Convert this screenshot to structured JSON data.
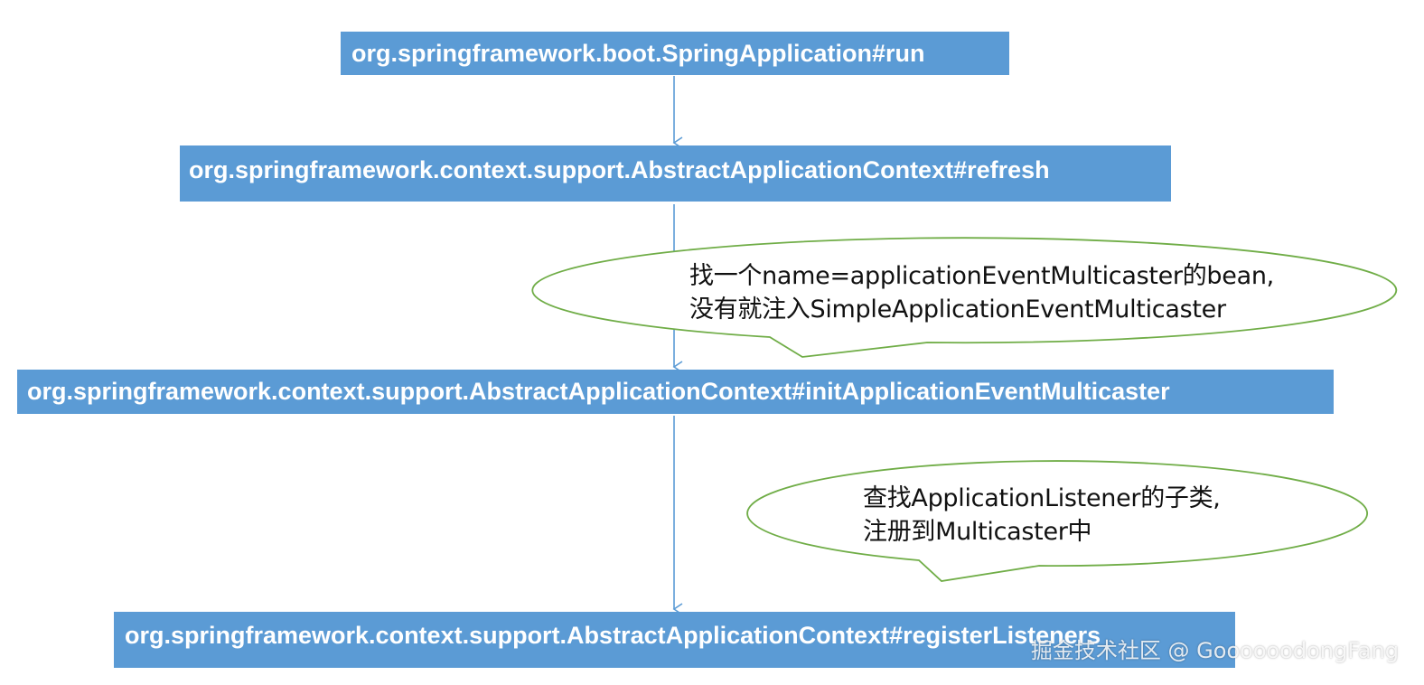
{
  "flow": {
    "step1": "org.springframework.boot.SpringApplication#run",
    "step2": "org.springframework.context.support.AbstractApplicationContext#refresh",
    "step3": "org.springframework.context.support.AbstractApplicationContext#initApplicationEventMulticaster",
    "step4": "org.springframework.context.support.AbstractApplicationContext#registerListeners"
  },
  "callouts": {
    "first": {
      "line1": "找一个name=applicationEventMulticaster的bean,",
      "line2": "没有就注入SimpleApplicationEventMulticaster"
    },
    "second": {
      "line1": "查找ApplicationListener的子类,",
      "line2": "注册到Multicaster中"
    }
  },
  "watermark": "掘金技术社区 @ GoooooodongFang",
  "colors": {
    "box_fill": "#5b9bd5",
    "box_text": "#ffffff",
    "arrow": "#5b9bd5",
    "callout_border": "#70ad47"
  }
}
